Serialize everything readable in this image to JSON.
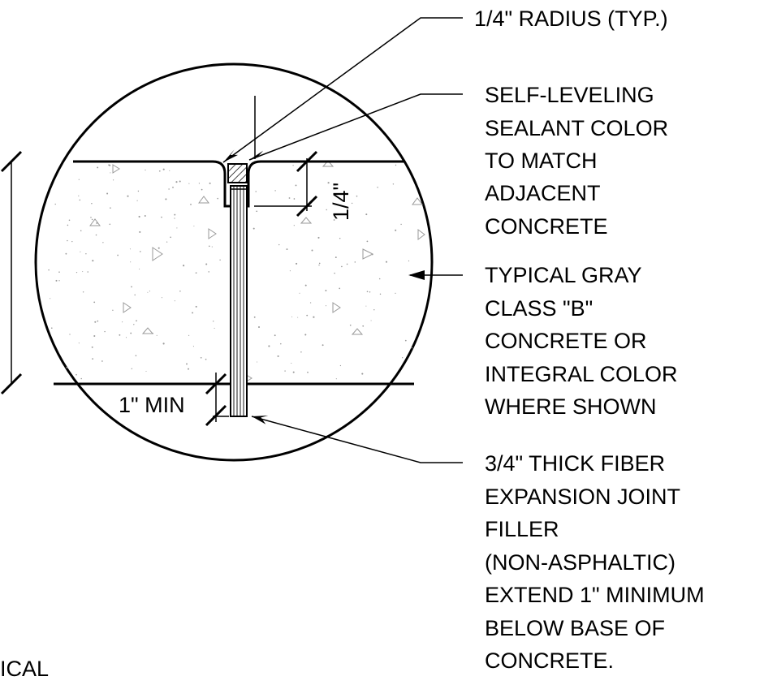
{
  "labels": {
    "radius": "1/4\" RADIUS (TYP.)",
    "sealant": [
      "SELF-LEVELING",
      "SEALANT COLOR",
      "TO MATCH",
      "ADJACENT",
      "CONCRETE"
    ],
    "concrete": [
      "TYPICAL GRAY",
      "CLASS \"B\"",
      "CONCRETE OR",
      "INTEGRAL COLOR",
      "WHERE SHOWN"
    ],
    "filler": [
      "3/4\" THICK FIBER",
      "EXPANSION JOINT",
      "FILLER",
      "(NON-ASPHALTIC)",
      "EXTEND 1\" MINIMUM",
      "BELOW BASE OF",
      "CONCRETE."
    ],
    "dim_quarter": "1/4\"",
    "dim_min": "1\" MIN",
    "cut_text": "ICAL"
  },
  "colors": {
    "line": "#000000",
    "speckle": "#9a9a9a",
    "background": "#ffffff"
  }
}
